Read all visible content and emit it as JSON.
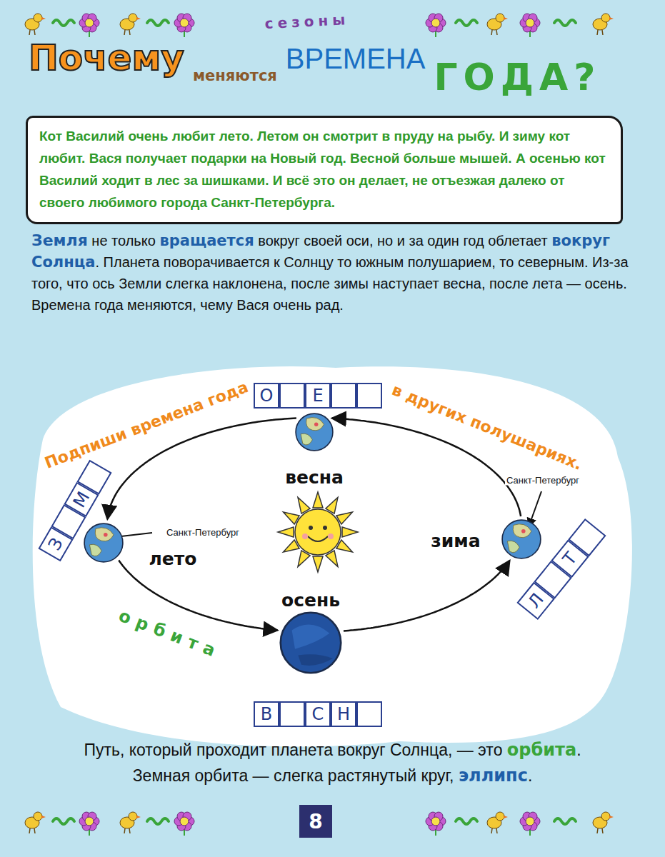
{
  "diagram": {
    "nodes": [
      {
        "text": [
          "Кот Василий очень любит лето. Летом он смотрит в пруду на рыбу. И зиму кот любит. Вася получает подарки на Новый год. Весной больше мышей. А осенью кот Василий ходит в лес за шишками. И всё это он делает, не отъезжая далеко от своего любимого города Санкт-Петербурга."
        ]
      },
      {
        "text": [
          "О",
          "Е"
        ]
      },
      {
        "text": [
          "весна"
        ]
      },
      {
        "text": [
          "З",
          "М"
        ]
      },
      {
        "text": [
          "лето"
        ]
      },
      {
        "text": [
          "зима"
        ]
      },
      {
        "text": [
          "Л",
          "Т"
        ]
      },
      {
        "text": [
          "осень"
        ]
      },
      {
        "text": [
          "В",
          "С",
          "Н"
        ]
      }
    ],
    "edges": [
      {
        "from": 4,
        "to": 7,
        "arrow": "to",
        "label": "орбита"
      },
      {
        "from": 7,
        "to": 5,
        "arrow": "to"
      },
      {
        "from": 5,
        "to": 2,
        "arrow": "to"
      },
      {
        "from": 2,
        "to": 4,
        "arrow": "to"
      }
    ],
    "labels": [
      "сезоны",
      "Почему",
      "меняются",
      "ВРЕМЕНА",
      "ГОДА?",
      "Земля",
      "не только",
      "вращается",
      "вокруг своей оси, но и за один год облетает",
      "вокруг Солнца",
      ". Планета поворачивается к Солнцу то южным полушарием, то северным. Из-за того, что ось Земли слегка наклонена, после зимы наступает весна, после лета — осень. Времена года меняются, чему Вася очень рад.",
      "Подпиши времена года",
      "в других полушариях.",
      "Санкт-Петербург",
      "Санкт-Петербург",
      "Путь, который проходит планета вокруг Солнца, — это",
      "орбита",
      ".",
      "Земная орбита — слегка растянутый круг,",
      "эллипс",
      ".",
      "8"
    ]
  }
}
